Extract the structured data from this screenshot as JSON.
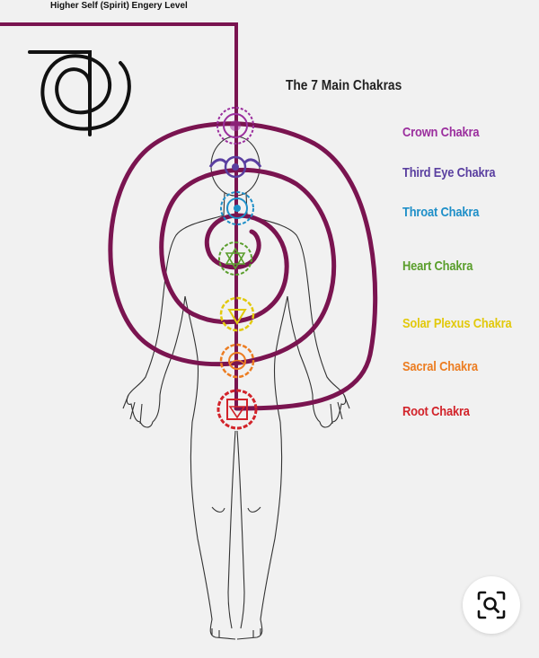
{
  "header": {
    "caption": "Higher Self (Spirit) Engery Level"
  },
  "diagram": {
    "title": "The 7 Main Chakras",
    "chakras": [
      {
        "label": "Crown Chakra",
        "color": "#9b2f9e"
      },
      {
        "label": "Third Eye Chakra",
        "color": "#5a3fa0"
      },
      {
        "label": "Throat Chakra",
        "color": "#1e8fc8"
      },
      {
        "label": "Heart Chakra",
        "color": "#5a9e2c"
      },
      {
        "label": "Solar Plexus Chakra",
        "color": "#e2c90c"
      },
      {
        "label": "Sacral Chakra",
        "color": "#ec7d22"
      },
      {
        "label": "Root Chakra",
        "color": "#d2232a"
      }
    ],
    "spiral_color": "#7a1450",
    "symbol": "cho-ku-rei-icon"
  },
  "actions": {
    "lens": "search-lens-icon"
  }
}
